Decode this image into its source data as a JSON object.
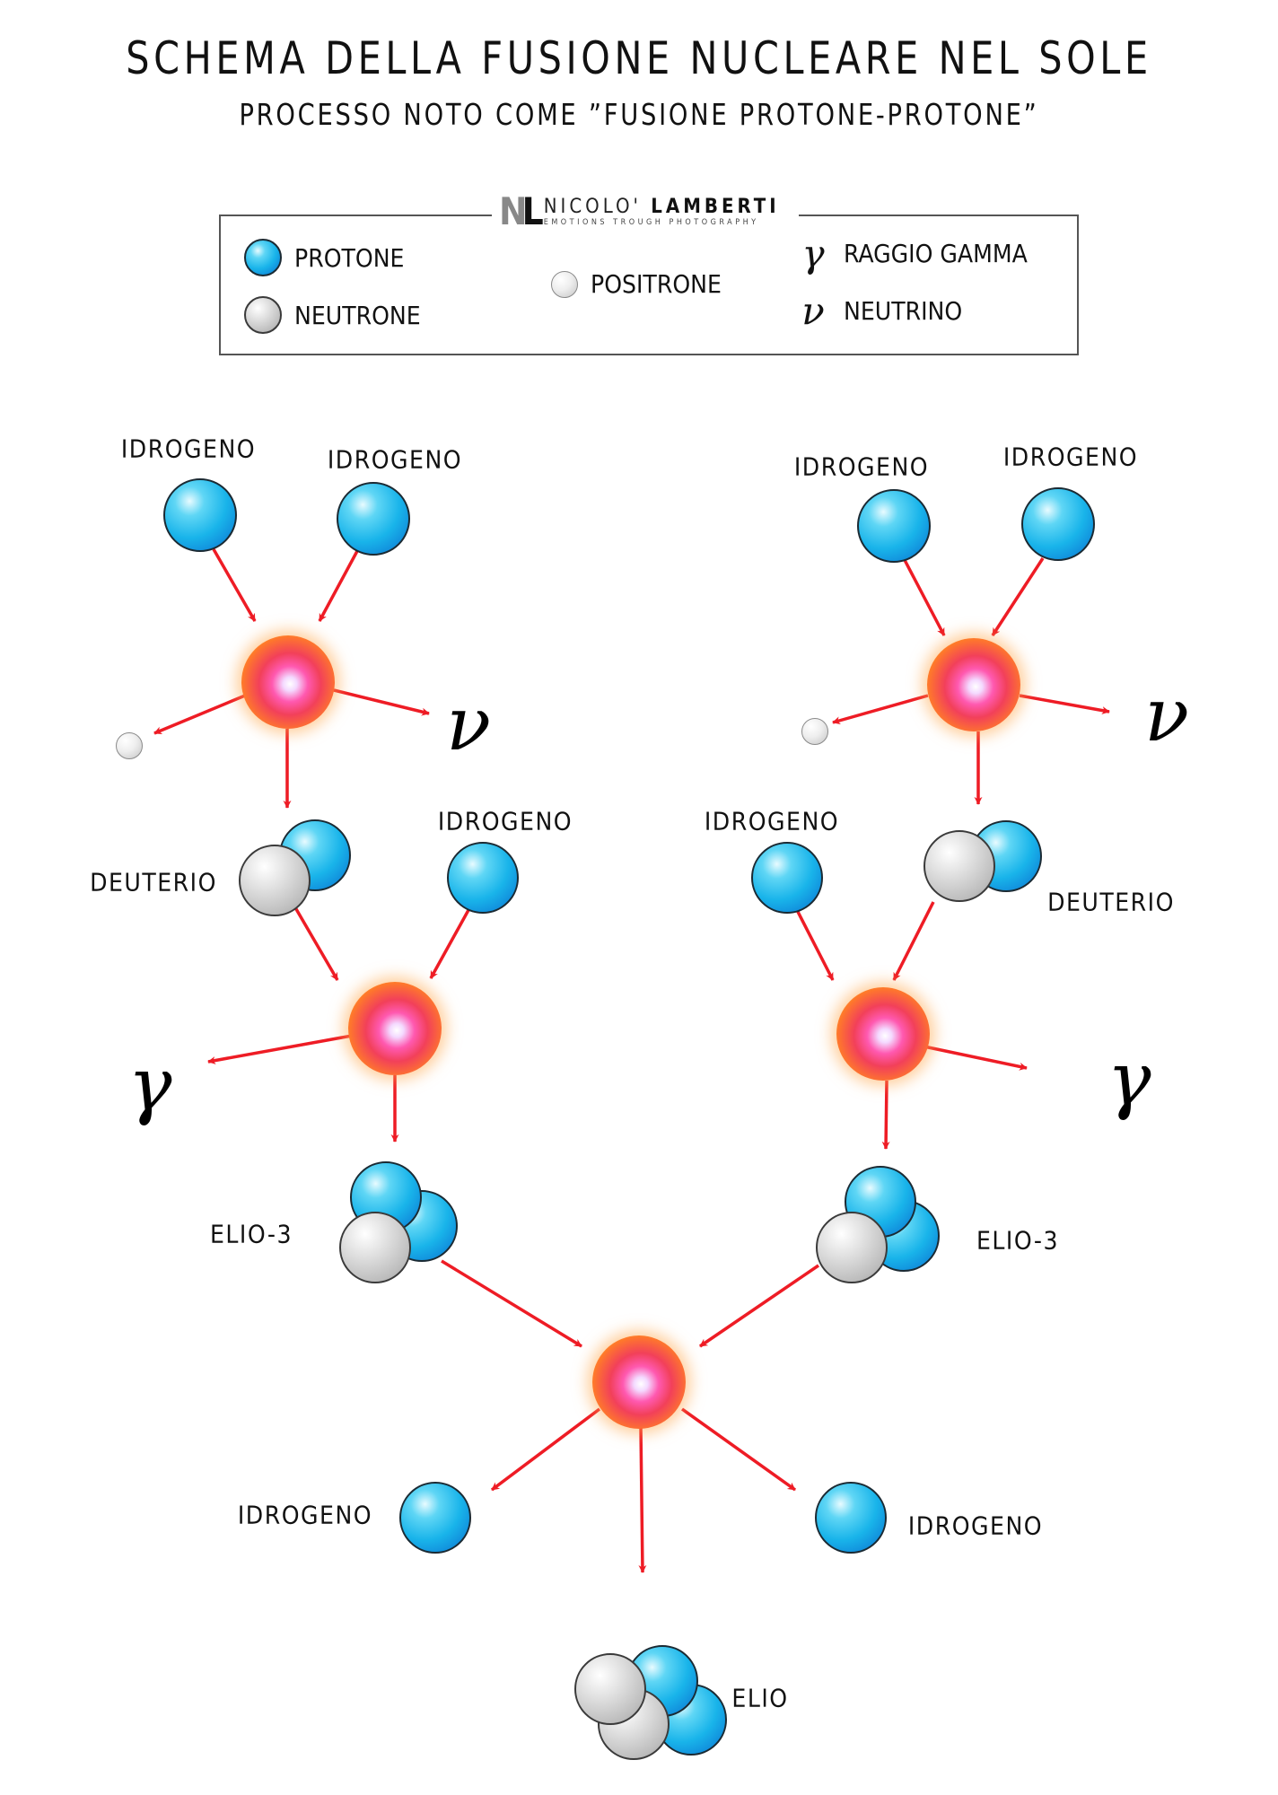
{
  "header": {
    "title": "SCHEMA DELLA FUSIONE NUCLEARE NEL SOLE",
    "subtitle": "PROCESSO NOTO COME ”FUSIONE PROTONE-PROTONE”"
  },
  "logo": {
    "mark_n": "N",
    "mark_l": "L",
    "name_first": "NICOLO'",
    "name_last": "LAMBERTI",
    "tagline": "EMOTIONS TROUGH PHOTOGRAPHY"
  },
  "legend": {
    "proton": "PROTONE",
    "neutron": "NEUTRONE",
    "positron": "POSITRONE",
    "gamma_symbol": "γ",
    "gamma": "RAGGIO GAMMA",
    "neutrino_symbol": "ν",
    "neutrino": "NEUTRINO"
  },
  "diagram": {
    "left": {
      "h1": "IDROGENO",
      "h2": "IDROGENO",
      "neutrino": "ν",
      "deuterium": "DEUTERIO",
      "h3": "IDROGENO",
      "gamma": "γ",
      "helium3": "ELIO-3"
    },
    "right": {
      "h1": "IDROGENO",
      "h2": "IDROGENO",
      "neutrino": "ν",
      "h3": "IDROGENO",
      "deuterium": "DEUTERIO",
      "gamma": "γ",
      "helium3": "ELIO-3"
    },
    "final": {
      "h_left": "IDROGENO",
      "h_right": "IDROGENO",
      "helium4": "ELIO"
    }
  },
  "colors": {
    "arrow": "#ee1c25",
    "proton": "#19b4ea",
    "neutron": "#c0c0c0"
  }
}
